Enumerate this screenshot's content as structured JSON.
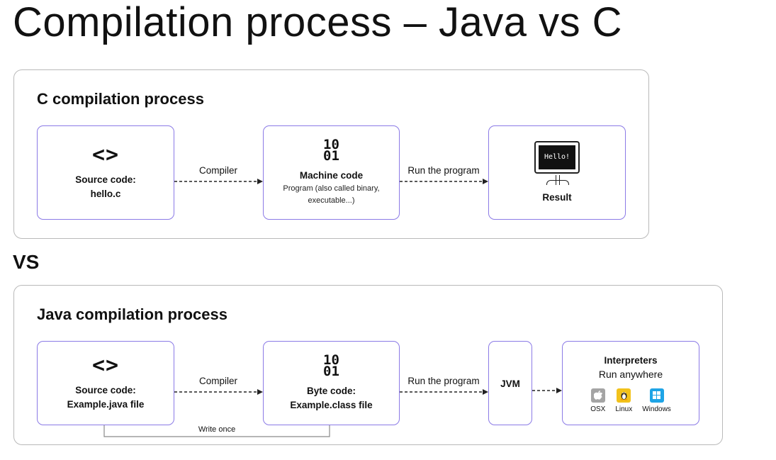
{
  "title": "Compilation process – Java vs C",
  "vs": "VS",
  "c_process": {
    "title": "C compilation process",
    "source": {
      "glyph": "<>",
      "title_line1": "Source code:",
      "title_line2": "hello.c"
    },
    "compiler_label": "Compiler",
    "machine": {
      "glyph": "10\n01",
      "title": "Machine code",
      "sub_line1": "Program (also called binary,",
      "sub_line2": "executable...)"
    },
    "run_label": "Run the program",
    "result": {
      "screen_text": "Hello!",
      "title": "Result"
    }
  },
  "java_process": {
    "title": "Java compilation process",
    "source": {
      "glyph": "<>",
      "title_line1": "Source code:",
      "title_line2": "Example.java file"
    },
    "compiler_label": "Compiler",
    "bytecode": {
      "glyph": "10\n01",
      "title_line1": "Byte code:",
      "title_line2": "Example.class file"
    },
    "run_label": "Run the program",
    "jvm": {
      "title": "JVM"
    },
    "interpreters": {
      "title": "Interpreters",
      "subtitle": "Run anywhere",
      "platforms": [
        {
          "name": "OSX",
          "icon": "apple-icon",
          "color": "#a4a4a4"
        },
        {
          "name": "Linux",
          "icon": "linux-icon",
          "color": "#f2c21b"
        },
        {
          "name": "Windows",
          "icon": "windows-icon",
          "color": "#1ea4e6"
        }
      ]
    },
    "write_once_label": "Write once"
  },
  "colors": {
    "node_border": "#8b7ae6",
    "panel_border": "#b9b9b9"
  }
}
